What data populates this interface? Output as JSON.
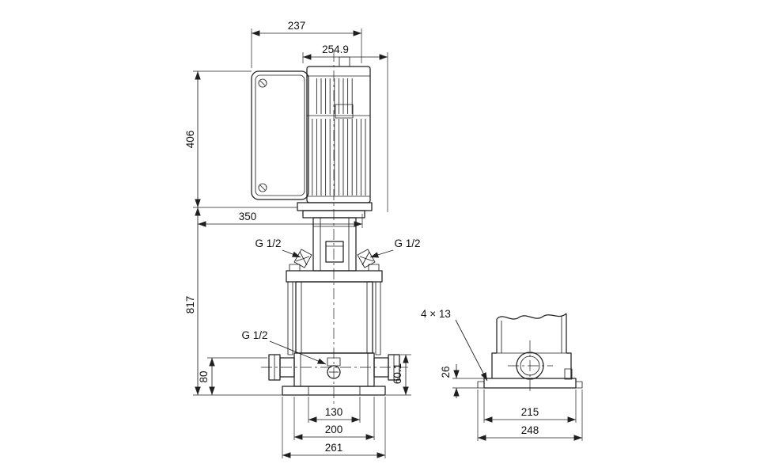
{
  "drawing": {
    "background": "#ffffff",
    "line_color": "#1f1f1f"
  },
  "dimensions": {
    "top_width": "237",
    "motor_width": "254.9",
    "motor_height": "406",
    "depth": "350",
    "total_height": "817",
    "gauge_port_left": "G 1/2",
    "gauge_port_right": "G 1/2",
    "drain_port": "G 1/2",
    "inlet_height": "80",
    "outlet_height": "60.1",
    "base_width_inner": "130",
    "base_width_mid": "200",
    "base_width_outer": "261",
    "base_holes": "4 × 13",
    "foot_height": "26",
    "foot_width_inner": "215",
    "foot_width_outer": "248"
  }
}
